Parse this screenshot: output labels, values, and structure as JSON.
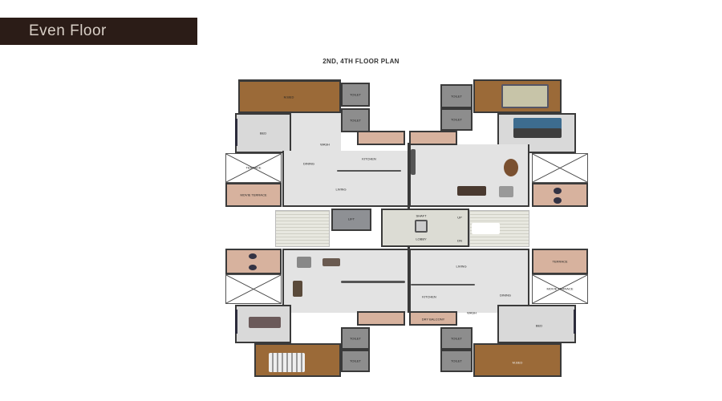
{
  "banner": {
    "label": "Even Floor",
    "bg_color": "#2b1c17",
    "text_color": "#d8cfc6"
  },
  "plan": {
    "title": "2ND, 4TH FLOOR PLAN",
    "colors": {
      "floor": "#e3e3e3",
      "wood": "#9b6a38",
      "terrace": "#d7b29e",
      "toilet": "#8d8d8d",
      "wall": "#3a3a3a"
    },
    "units": {
      "top_left": {
        "mbed": "M.BED",
        "bed": "BED",
        "toilet1": "TOILET",
        "toilet2": "TOILET",
        "dining": "DINING",
        "kitchen": "KITCHEN",
        "living": "LIVING",
        "terrace": "TERRACE",
        "movie_terrace": "MOVIE TERRACE",
        "wash": "WASH"
      },
      "top_right": {
        "toilet1": "TOILET",
        "toilet2": "TOILET"
      },
      "bottom_left": {
        "toilet1": "TOILET",
        "toilet2": "TOILET"
      },
      "bottom_right": {
        "living": "LIVING",
        "kitchen": "KITCHEN",
        "dining": "DINING",
        "terrace": "TERRACE",
        "movie_terrace": "MOVIE TERRACE",
        "bed": "BED",
        "mbed": "M.BED",
        "toilet1": "TOILET",
        "toilet2": "TOILET",
        "dry_balcony": "DRY BALCONY",
        "wash": "WASH"
      }
    },
    "core": {
      "lift": "LIFT",
      "lobby": "LOBBY",
      "shaft": "SHAFT",
      "up": "UP",
      "dn": "DN"
    }
  }
}
